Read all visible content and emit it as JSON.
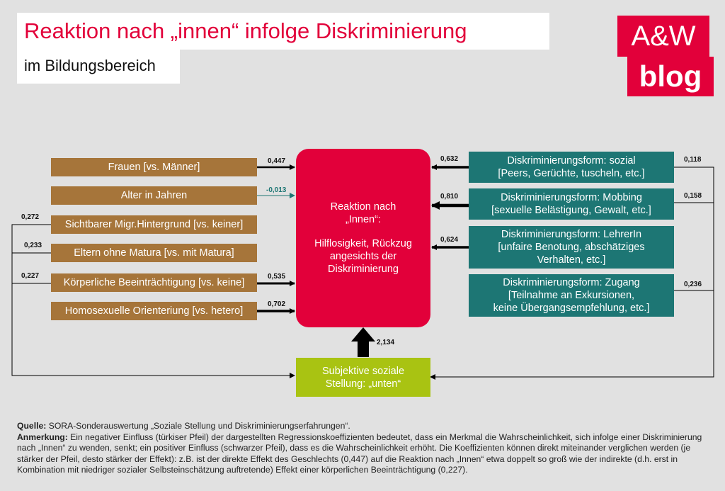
{
  "title": "Reaktion nach „innen“ infolge Diskriminierung",
  "subtitle": "im Bildungsbereich",
  "logo": {
    "line1": "A&W",
    "line2": "blog"
  },
  "left_factors": [
    {
      "label": "Frauen [vs. Männer]",
      "coef": "0,447"
    },
    {
      "label": "Alter in Jahren",
      "coef": "-0,013"
    },
    {
      "label": "Sichtbarer Migr.Hintergrund [vs. keiner]",
      "coef": "0,272"
    },
    {
      "label": "Eltern ohne Matura [vs. mit Matura]",
      "coef": "0,233"
    },
    {
      "label": "Körperliche Beeinträchtigung [vs. keine]",
      "coef": "0,535",
      "coef_status": "0,227"
    },
    {
      "label": "Homosexuelle Orienteriung [vs. hetero]",
      "coef": "0,702"
    }
  ],
  "right_factors": [
    {
      "line1": "Diskriminierungsform: sozial",
      "line2": "[Peers, Gerüchte, tuscheln, etc.]",
      "line3": "",
      "coef": "0,632",
      "coef_status": "0,118"
    },
    {
      "line1": "Diskriminierungsform: Mobbing",
      "line2": "[sexuelle Belästigung, Gewalt, etc.]",
      "line3": "",
      "coef": "0,810",
      "coef_status": "0,158"
    },
    {
      "line1": "Diskriminierungsform: LehrerIn",
      "line2": "[unfaire Benotung, abschätziges",
      "line3": "Verhalten, etc.]",
      "coef": "0,624"
    },
    {
      "line1": "Diskriminierungsform: Zugang",
      "line2": "[Teilnahme an Exkursionen,",
      "line3": "keine Übergangsempfehlung, etc.]",
      "coef_status": "0,236"
    }
  ],
  "center": {
    "line1": "Reaktion nach",
    "line2": "„Innen“:",
    "line3": "Hilflosigkeit, Rückzug",
    "line4": "angesichts der",
    "line5": "Diskriminierung"
  },
  "status": {
    "line1": "Subjektive soziale",
    "line2": "Stellung: „unten“",
    "coef": "2,134"
  },
  "footer": {
    "source_label": "Quelle:",
    "source_text": "SORA-Sonderauswertung „Soziale Stellung und Diskriminierungserfahrungen“.",
    "note_label": "Anmerkung:",
    "note_text": "Ein negativer Einfluss (türkiser Pfeil) der dargestellten Regressionskoeffizienten bedeutet, dass ein Merkmal die Wahrscheinlichkeit, sich infolge einer Diskriminierung nach „Innen“ zu wenden, senkt; ein positiver Einfluss (schwarzer Pfeil), dass es die Wahrscheinlichkeit erhöht. Die Koeffizienten können direkt miteinander verglichen werden (je stärker der Pfeil, desto stärker der Effekt): z.B. ist der direkte Effekt des Geschlechts (0,447) auf die Reaktion nach „Innen“ etwa doppelt so groß wie der indirekte (d.h. erst in Kombination mit niedriger sozialer Selbsteinschätzung auftretende) Effekt einer körperlichen Beeinträchtigung (0,227)."
  },
  "colors": {
    "accent_red": "#e2003a",
    "brown": "#a6753a",
    "teal": "#1d7674",
    "green": "#a9c312",
    "negative_arrow": "#1d7674",
    "positive_arrow": "#000000"
  }
}
